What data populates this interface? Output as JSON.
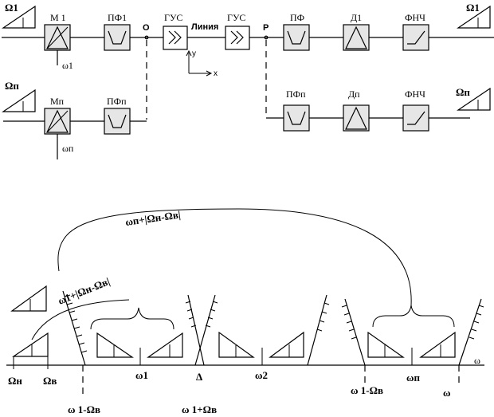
{
  "top": {
    "omega1_left": "Ω1",
    "omega1_right": "Ω1",
    "omegaP_left": "Ωп",
    "omegaP_right": "Ωп",
    "m1": "М 1",
    "pf1": "ПФ1",
    "node_o": "О",
    "gus_tx": "ГУС",
    "line": "Линия",
    "gus_rx": "ГУС",
    "node_p": "Р",
    "pf": "ПФ",
    "d1": "Д1",
    "fnch_top": "ФНЧ",
    "omega_m1": "ω1",
    "mp": "Мп",
    "pfp_left": "ПФп",
    "omega_mp": "ωп",
    "pfp_right": "ПФп",
    "dp": "Дп",
    "fnch_bottom": "ФНЧ",
    "axis_y": "y",
    "axis_x": "x"
  },
  "spectrum": {
    "arc_upper": "ωп+|Ωн-Ωв|",
    "arc_lower": "ω1+|Ωн-Ωв|",
    "omega_axis": "ω",
    "omega_n": "Ωн",
    "omega_v": "Ωв",
    "omega1": "ω1",
    "delta": "Δ",
    "omega2": "ω2",
    "omegap": "ωп",
    "w1_minus_wv": "ω 1-Ωв",
    "w1_plus_wv": "ω 1+Ωв",
    "w1_minus_wv_right": "ω 1-Ωв",
    "omega_right": "ω"
  }
}
